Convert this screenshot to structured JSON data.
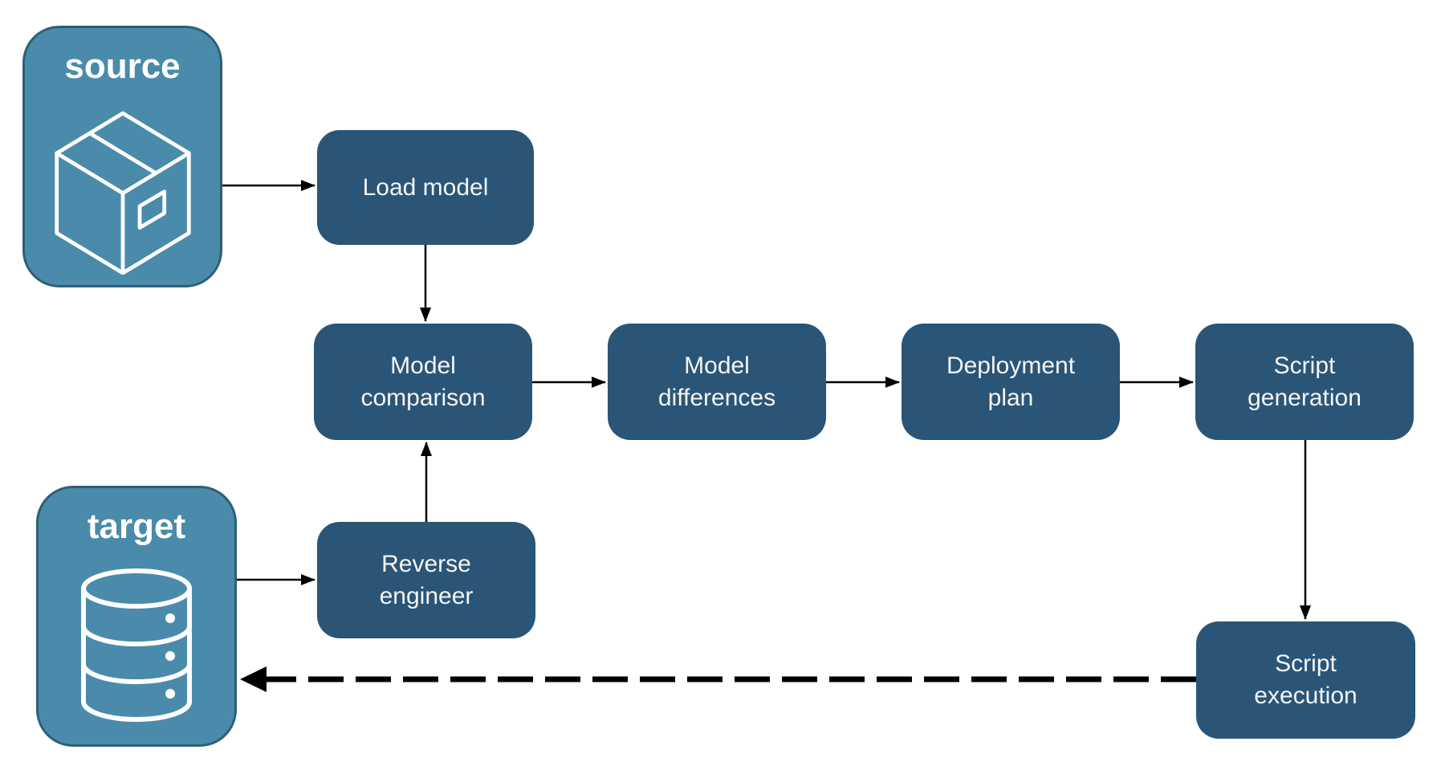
{
  "colors": {
    "node_fill": "#2a5577",
    "node_text": "#f5f5f5",
    "endpoint_fill": "#4a8bab",
    "endpoint_border": "#2e5f78",
    "endpoint_text": "#ffffff",
    "arrow": "#000000"
  },
  "endpoints": {
    "source": {
      "label": "source",
      "icon": "package-icon"
    },
    "target": {
      "label": "target",
      "icon": "database-icon"
    }
  },
  "nodes": {
    "load_model": {
      "label": "Load model"
    },
    "model_comparison": {
      "label": "Model comparison"
    },
    "model_differences": {
      "label": "Model differences"
    },
    "deployment_plan": {
      "label": "Deployment plan"
    },
    "script_generation": {
      "label": "Script generation"
    },
    "reverse_engineer": {
      "label": "Reverse engineer"
    },
    "script_execution": {
      "label": "Script execution"
    }
  },
  "edges": [
    {
      "from": "source",
      "to": "load_model",
      "style": "solid"
    },
    {
      "from": "load_model",
      "to": "model_comparison",
      "style": "solid"
    },
    {
      "from": "model_comparison",
      "to": "model_differences",
      "style": "solid"
    },
    {
      "from": "model_differences",
      "to": "deployment_plan",
      "style": "solid"
    },
    {
      "from": "deployment_plan",
      "to": "script_generation",
      "style": "solid"
    },
    {
      "from": "script_generation",
      "to": "script_execution",
      "style": "solid"
    },
    {
      "from": "target",
      "to": "reverse_engineer",
      "style": "solid"
    },
    {
      "from": "reverse_engineer",
      "to": "model_comparison",
      "style": "solid"
    },
    {
      "from": "script_execution",
      "to": "target",
      "style": "dashed"
    }
  ]
}
